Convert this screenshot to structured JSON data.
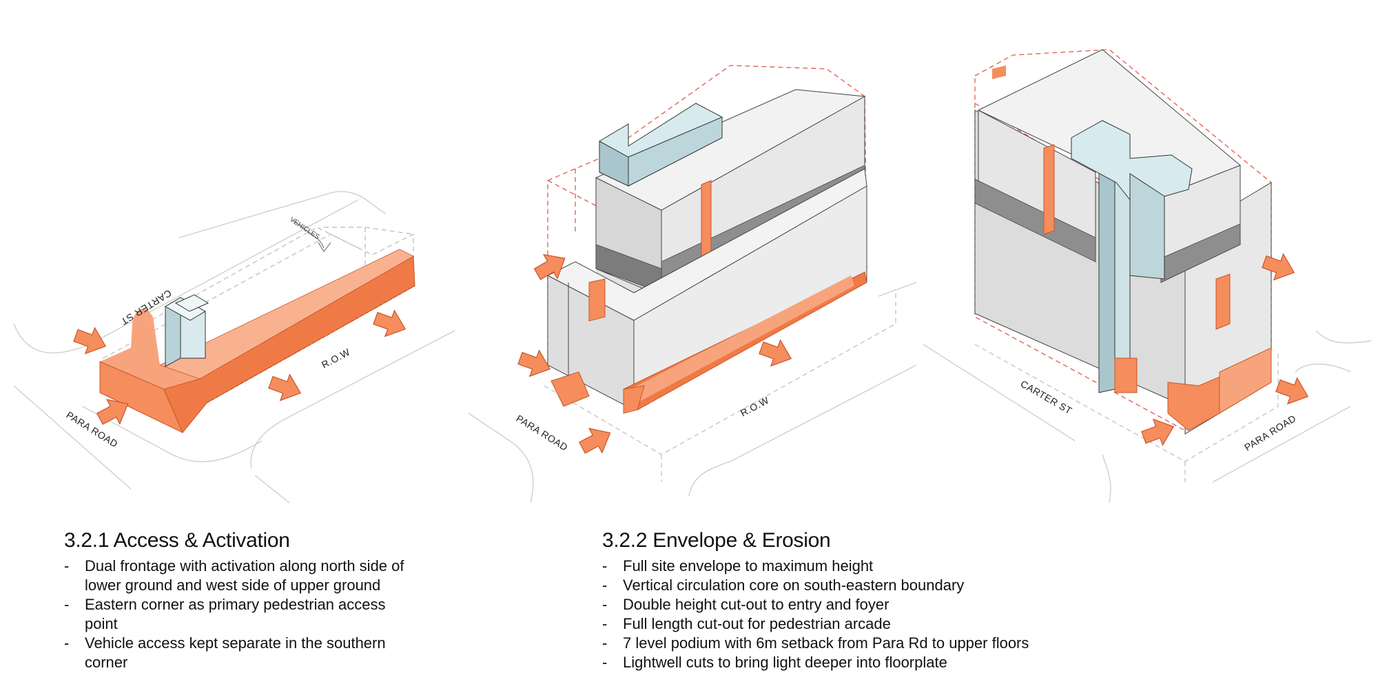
{
  "diagrams": {
    "access": {
      "street_carter": "CARTER ST",
      "street_para": "PARA ROAD",
      "row": "R.O.W",
      "vehicles": "VEHICLES"
    },
    "envelope_left": {
      "street_para": "PARA ROAD",
      "row": "R.O.W"
    },
    "envelope_right": {
      "street_carter": "CARTER ST",
      "street_para": "PARA ROAD"
    }
  },
  "captions": [
    {
      "title": "3.2.1 Access & Activation",
      "items": [
        "Dual frontage with activation along north side of lower ground and west side of upper ground",
        "Eastern corner as primary pedestrian access point",
        "Vehicle access kept separate in the southern corner"
      ]
    },
    {
      "title": "3.2.2 Envelope & Erosion",
      "items": [
        "Full site envelope to maximum height",
        "Vertical circulation core on south-eastern boundary",
        "Double height cut-out to entry and foyer",
        "Full length cut-out for pedestrian arcade",
        "7 level podium with 6m setback from Para Rd to upper floors",
        "Lightwell cuts to bring light deeper into floorplate"
      ]
    }
  ],
  "colors": {
    "orange": "#f58d5c",
    "orange_dark": "#e8703e",
    "mass": "#e6e6e6",
    "mass_side": "#d4d4d4",
    "band": "#8e8e8e",
    "core": "#cfe2e6",
    "core_side": "#a9c6cc",
    "dash": "#e05a4a"
  }
}
